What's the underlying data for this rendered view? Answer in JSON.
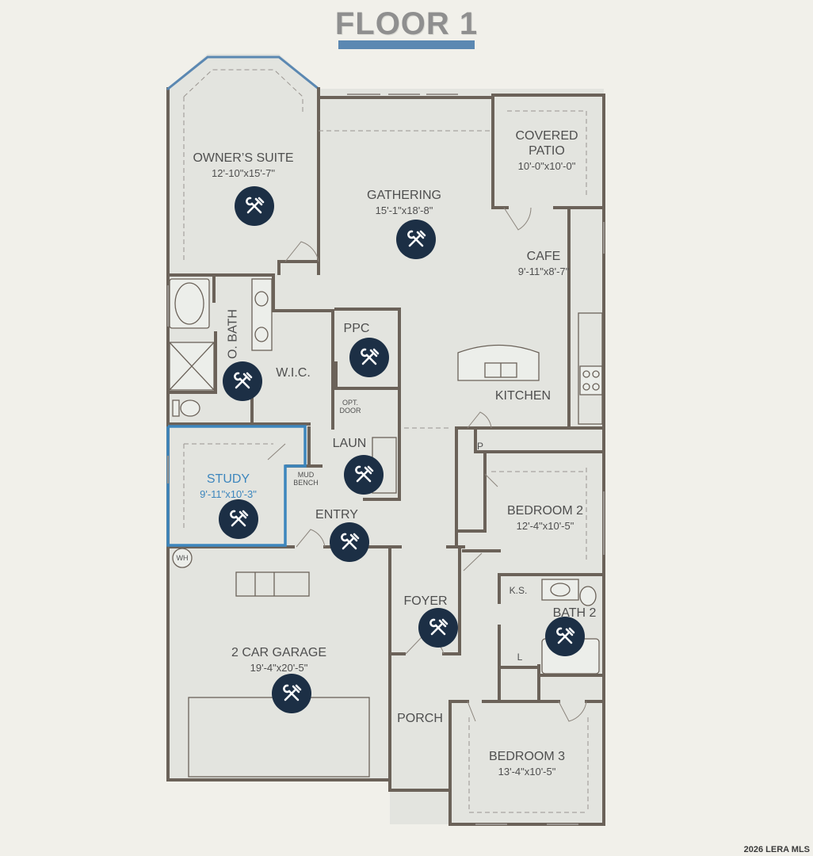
{
  "title": "FLOOR 1",
  "rooms": {
    "owners_suite": {
      "name": "OWNER’S SUITE",
      "dim": "12'-10\"x15'-7\""
    },
    "gathering": {
      "name": "GATHERING",
      "dim": "15'-1\"x18'-8\""
    },
    "covered_patio": {
      "name": "COVERED PATIO",
      "dim": "10'-0\"x10'-0\""
    },
    "cafe": {
      "name": "CAFE",
      "dim": "9'-11\"x8'-7\""
    },
    "o_bath": {
      "name": "O. BATH"
    },
    "ppc": {
      "name": "PPC"
    },
    "wic": {
      "name": "W.I.C."
    },
    "kitchen": {
      "name": "KITCHEN"
    },
    "opt_door": {
      "name": "OPT. DOOR"
    },
    "laun": {
      "name": "LAUN"
    },
    "pantry": {
      "name": "P"
    },
    "study": {
      "name": "STUDY",
      "dim": "9'-11\"x10'-3\""
    },
    "mud_bench": {
      "name": "MUD BENCH"
    },
    "entry": {
      "name": "ENTRY"
    },
    "bedroom_2": {
      "name": "BEDROOM 2",
      "dim": "12'-4\"x10'-5\""
    },
    "whi": {
      "name": "WH"
    },
    "ks": {
      "name": "K.S."
    },
    "bath_2": {
      "name": "BATH 2"
    },
    "foyer": {
      "name": "FOYER"
    },
    "linen": {
      "name": "L"
    },
    "garage": {
      "name": "2 CAR GARAGE",
      "dim": "19'-4\"x20'-5\""
    },
    "porch": {
      "name": "PORCH"
    },
    "bedroom_3": {
      "name": "BEDROOM 3",
      "dim": "13'-4\"x10'-5\""
    }
  },
  "tool_icon": "wrench-hammer-tools-icon",
  "colors": {
    "walls": "#6b6259",
    "floor": "#e3e4df",
    "study_highlight": "#3d86bd",
    "title_bar": "#5b88b2",
    "tool_badge": "#1c2f45"
  },
  "watermark": "2026 LERA MLS"
}
